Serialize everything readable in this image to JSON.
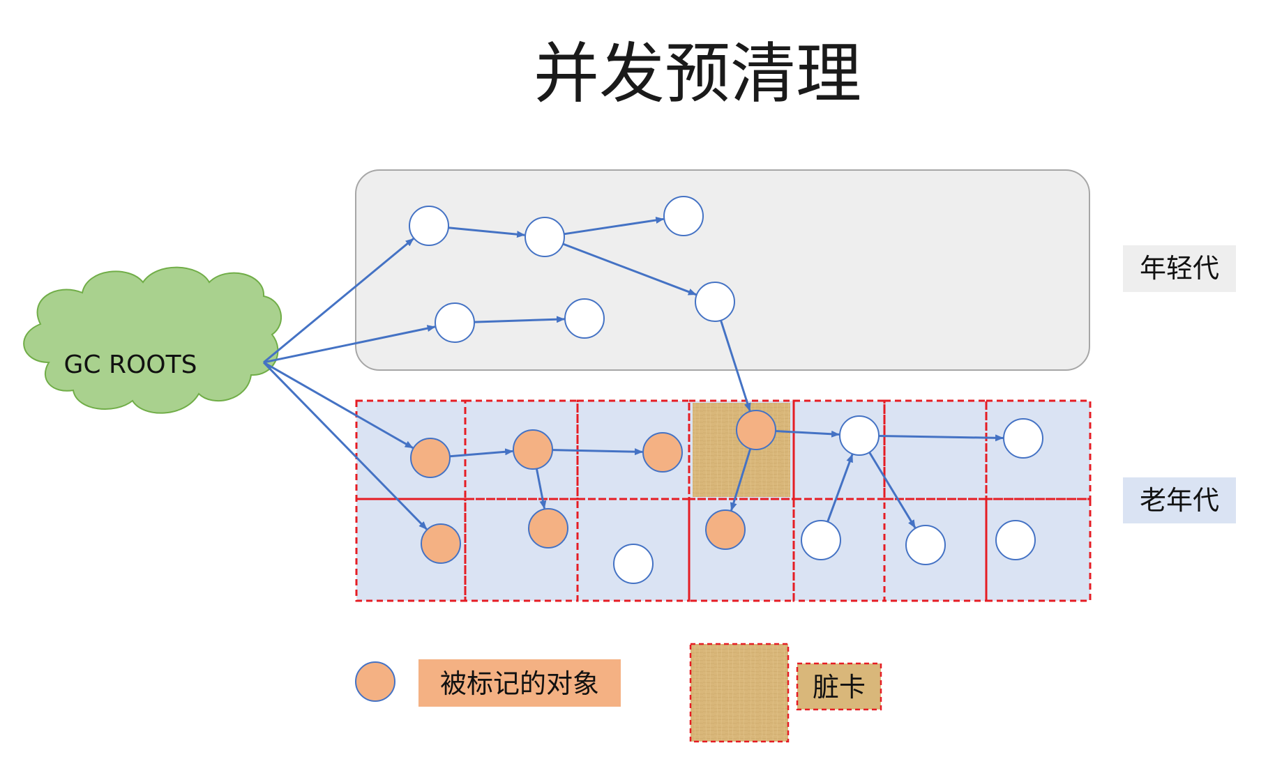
{
  "title": "并发预清理",
  "gc_roots": {
    "label": "GC ROOTS"
  },
  "regions": {
    "young": {
      "label": "年轻代"
    },
    "old": {
      "label": "老年代"
    }
  },
  "legend": {
    "marked": {
      "label": "被标记的对象"
    },
    "dirty_card": {
      "label": "脏卡"
    }
  },
  "colors": {
    "arrow": "#4472c4",
    "marked_fill": "#f4b183",
    "white_fill": "#ffffff",
    "node_stroke": "#4472c4",
    "young_bg": "#eeeeee",
    "old_bg": "#dae3f3",
    "card_border": "#e51c23",
    "dirty_card": "#d9b77a",
    "cloud_fill": "#a9d18e",
    "label_bg": "#eeeeee"
  },
  "nodes": [
    {
      "id": "y1",
      "region": "young",
      "marked": false
    },
    {
      "id": "y2",
      "region": "young",
      "marked": false
    },
    {
      "id": "y3",
      "region": "young",
      "marked": false
    },
    {
      "id": "y4",
      "region": "young",
      "marked": false
    },
    {
      "id": "y5",
      "region": "young",
      "marked": false
    },
    {
      "id": "y6",
      "region": "young",
      "marked": false
    },
    {
      "id": "o1",
      "region": "old",
      "marked": true
    },
    {
      "id": "o2",
      "region": "old",
      "marked": true
    },
    {
      "id": "o3",
      "region": "old",
      "marked": true
    },
    {
      "id": "o4",
      "region": "old",
      "marked": true
    },
    {
      "id": "o5",
      "region": "old",
      "marked": true
    },
    {
      "id": "o6",
      "region": "old",
      "marked": true
    },
    {
      "id": "o7",
      "region": "old",
      "marked": true
    },
    {
      "id": "o8",
      "region": "old",
      "marked": false
    },
    {
      "id": "o9",
      "region": "old",
      "marked": false
    },
    {
      "id": "o10",
      "region": "old",
      "marked": false
    },
    {
      "id": "o11",
      "region": "old",
      "marked": false
    },
    {
      "id": "o12",
      "region": "old",
      "marked": false
    },
    {
      "id": "o13",
      "region": "old",
      "marked": false
    }
  ],
  "edges": [
    [
      "root",
      "y1"
    ],
    [
      "root",
      "y5"
    ],
    [
      "root",
      "o1"
    ],
    [
      "root",
      "o5"
    ],
    [
      "y1",
      "y2"
    ],
    [
      "y2",
      "y3"
    ],
    [
      "y2",
      "y4"
    ],
    [
      "y5",
      "y6"
    ],
    [
      "y4",
      "o7"
    ],
    [
      "o1",
      "o2"
    ],
    [
      "o2",
      "o3"
    ],
    [
      "o2",
      "o4"
    ],
    [
      "o7",
      "o8"
    ],
    [
      "o7",
      "o6"
    ],
    [
      "o8",
      "o9"
    ],
    [
      "o8",
      "o12"
    ],
    [
      "o11",
      "o8"
    ]
  ],
  "old_grid": {
    "rows": 2,
    "cols": 7,
    "dirty_cells": [
      [
        0,
        3
      ]
    ]
  }
}
